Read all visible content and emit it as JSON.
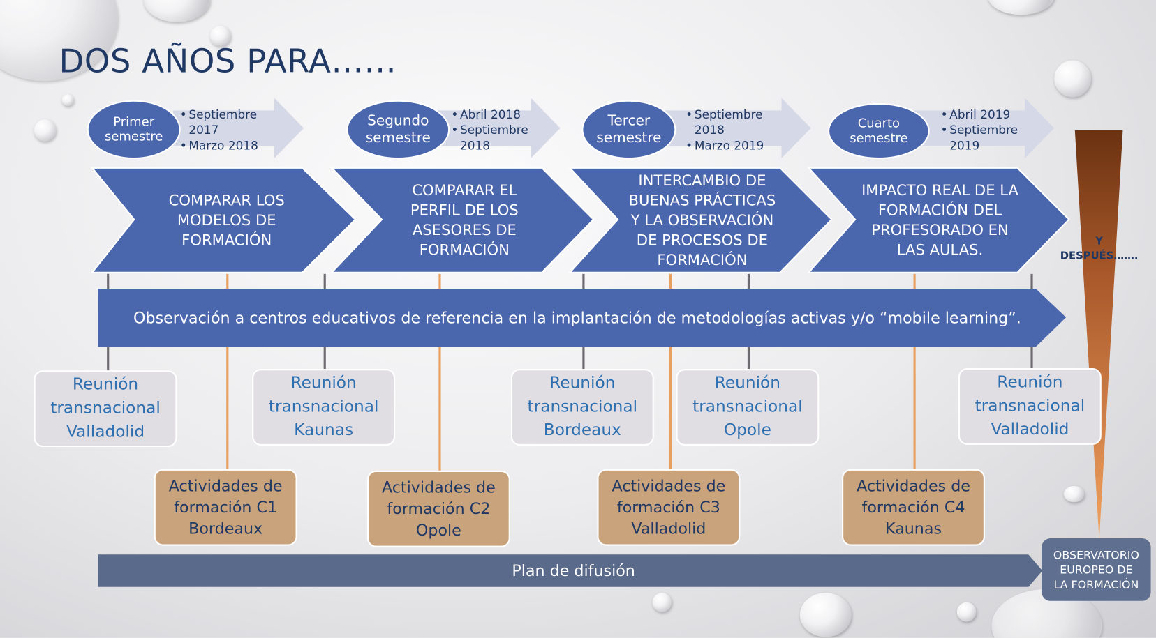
{
  "title": "DOS AÑOS PARA……",
  "semesters": [
    {
      "label": "Primer semestre",
      "dates": [
        "Septiembre 2017",
        "Marzo 2018"
      ]
    },
    {
      "label": "Segundo semestre",
      "dates": [
        "Abril  2018",
        "Septiembre 2018"
      ]
    },
    {
      "label": "Tercer semestre",
      "dates": [
        "Septiembre 2018",
        "Marzo 2019"
      ]
    },
    {
      "label": "Cuarto semestre",
      "dates": [
        "Abril 2019",
        "Septiembre 2019"
      ]
    }
  ],
  "goals": [
    "COMPARAR LOS MODELOS DE FORMACIÓN",
    "COMPARAR EL PERFIL DE LOS ASESORES DE FORMACIÓN",
    "INTERCAMBIO DE BUENAS PRÁCTICAS Y LA OBSERVACIÓN DE PROCESOS DE FORMACIÓN",
    "IMPACTO REAL DE LA FORMACIÓN DEL PROFESORADO EN LAS AULAS."
  ],
  "observation": "Observación a centros educativos de referencia en la implantación de metodologías activas y/o “mobile learning”.",
  "meetings": [
    {
      "l1": "Reunión",
      "l2": "transnacional",
      "city": "Valladolid"
    },
    {
      "l1": "Reunión",
      "l2": "transnacional",
      "city": "Kaunas"
    },
    {
      "l1": "Reunión",
      "l2": "transnacional",
      "city": "Bordeaux"
    },
    {
      "l1": "Reunión",
      "l2": "transnacional",
      "city": "Opole"
    },
    {
      "l1": "Reunión",
      "l2": "transnacional",
      "city": "Valladolid"
    }
  ],
  "activities": [
    {
      "l1": "Actividades de",
      "l2": "formación C1",
      "city": "Bordeaux"
    },
    {
      "l1": "Actividades de",
      "l2": "formación C2",
      "city": "Opole"
    },
    {
      "l1": "Actividades de",
      "l2": "formación C3",
      "city": "Valladolid"
    },
    {
      "l1": "Actividades de",
      "l2": "formación C4",
      "city": "Kaunas"
    }
  ],
  "dissemination": "Plan de difusión",
  "after": {
    "l1": "Y",
    "l2": "DESPUÉS……."
  },
  "observatory": {
    "l1": "OBSERVATORIO",
    "l2": "EUROPEO DE",
    "l3": "LA FORMACIÓN"
  },
  "colors": {
    "navy": "#1f3864",
    "blue": "#4a66ad",
    "tan": "#c9a37c",
    "slate": "#5e6f90"
  }
}
